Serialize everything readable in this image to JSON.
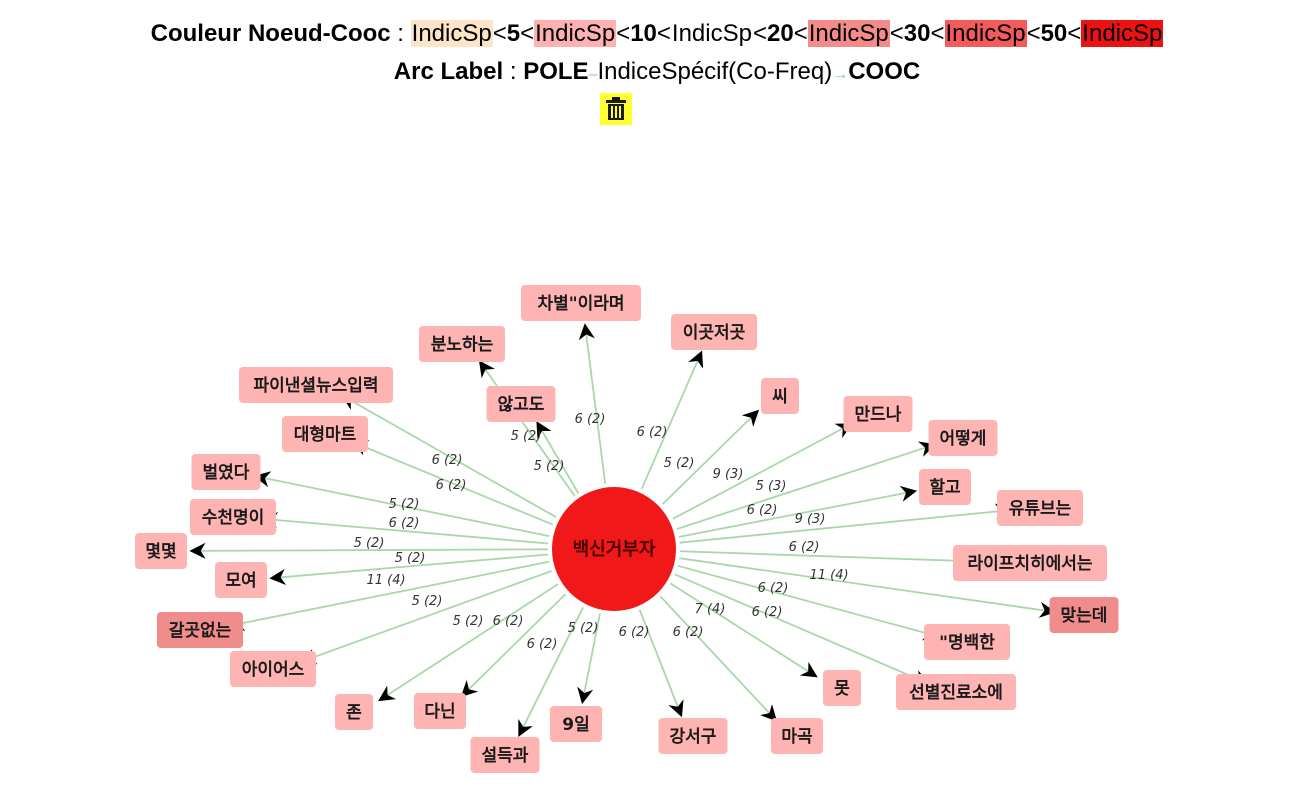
{
  "legend": {
    "color_title": "Couleur Noeud-Cooc",
    "sep": " : ",
    "tier_label": "IndicSp",
    "lt": "<",
    "thresholds": [
      "5",
      "10",
      "20",
      "30",
      "50"
    ],
    "tier_colors": [
      "#fde4c8",
      "#ffb0b0",
      "#ffffff",
      "#f58a8a",
      "#f55a5a",
      "#ee1111"
    ],
    "arc_title": "Arc Label",
    "arc_pole": "POLE",
    "arc_middle": "IndiceSpécif(Co-Freq)",
    "arc_target": "COOC",
    "arc_arrow_color": "#8ccf8c"
  },
  "toolbar": {
    "trash_icon": "trash-icon"
  },
  "graph": {
    "center": {
      "label": "백신거부자",
      "color": "#f01818"
    },
    "node_color": "#ffb4b4",
    "node_color_strong": "#f08c8c",
    "edge_color": "#a8d8a8",
    "nodes": [
      {
        "label": "차별\"이라며",
        "edge": "6 (2)",
        "strong": false
      },
      {
        "label": "이곳저곳",
        "edge": "6 (2)",
        "strong": false
      },
      {
        "label": "분노하는",
        "edge": "5 (2)",
        "strong": false
      },
      {
        "label": "않고도",
        "edge": "5 (2)",
        "strong": false
      },
      {
        "label": "씨",
        "edge": "5 (2)",
        "strong": false
      },
      {
        "label": "만드나",
        "edge": "9 (3)",
        "strong": false
      },
      {
        "label": "어떻게",
        "edge": "5 (3)",
        "strong": false
      },
      {
        "label": "파이낸셜뉴스입력",
        "edge": "6 (2)",
        "strong": false
      },
      {
        "label": "대형마트",
        "edge": "6 (2)",
        "strong": false
      },
      {
        "label": "할고",
        "edge": "6 (2)",
        "strong": false
      },
      {
        "label": "유튜브는",
        "edge": "9 (3)",
        "strong": false
      },
      {
        "label": "벌였다",
        "edge": "5 (2)",
        "strong": false
      },
      {
        "label": "수천명이",
        "edge": "6 (2)",
        "strong": false
      },
      {
        "label": "몇몇",
        "edge": "5 (2)",
        "strong": false
      },
      {
        "label": "라이프치히에서는",
        "edge": "6 (2)",
        "strong": false
      },
      {
        "label": "모여",
        "edge": "5 (2)",
        "strong": false
      },
      {
        "label": "맞는데",
        "edge": "11 (4)",
        "strong": true
      },
      {
        "label": "갈곳없는",
        "edge": "11 (4)",
        "strong": true
      },
      {
        "label": "\"명백한",
        "edge": "6 (2)",
        "strong": false
      },
      {
        "label": "아이어스",
        "edge": "5 (2)",
        "strong": false
      },
      {
        "label": "선별진료소에",
        "edge": "6 (2)",
        "strong": false
      },
      {
        "label": "못",
        "edge": "7 (4)",
        "strong": false
      },
      {
        "label": "존",
        "edge": "5 (2)",
        "strong": false
      },
      {
        "label": "다닌",
        "edge": "6 (2)",
        "strong": false
      },
      {
        "label": "마곡",
        "edge": "6 (2)",
        "strong": false
      },
      {
        "label": "9일",
        "edge": "5 (2)",
        "strong": false
      },
      {
        "label": "강서구",
        "edge": "6 (2)",
        "strong": false
      },
      {
        "label": "설득과",
        "edge": "6 (2)",
        "strong": false
      }
    ]
  }
}
